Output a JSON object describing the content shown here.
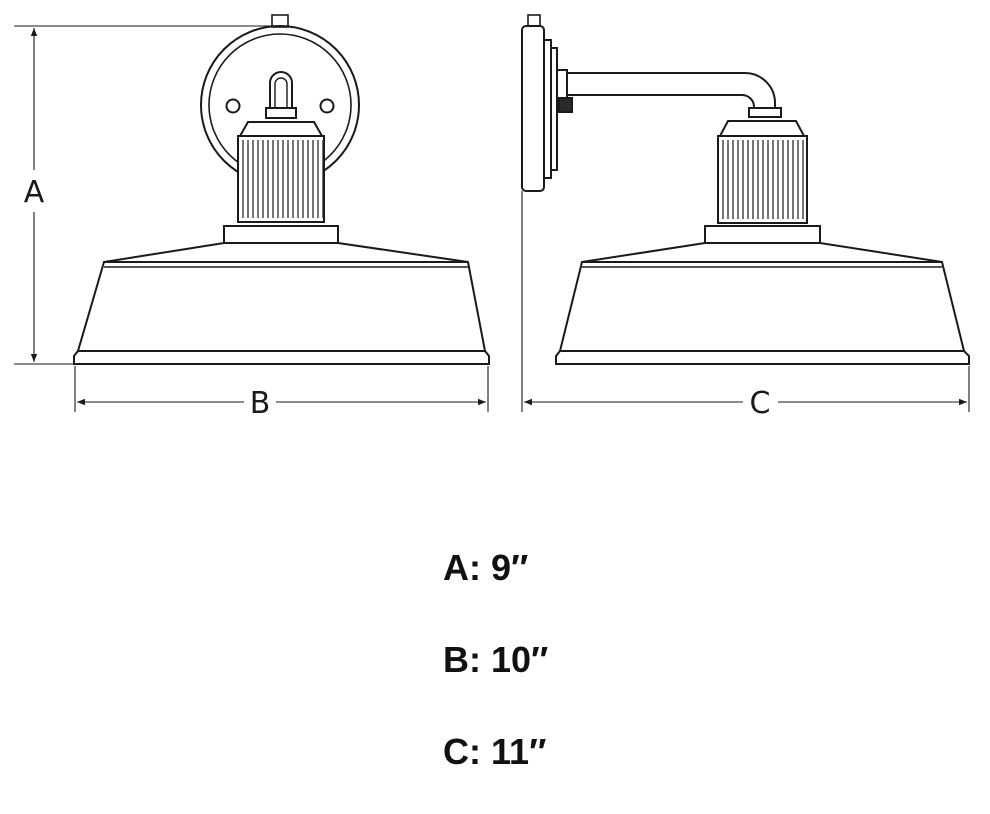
{
  "dimensions": {
    "height_label": "A",
    "width_label": "B",
    "projection_label": "C"
  },
  "specs": [
    {
      "label": "A:",
      "value": "9″"
    },
    {
      "label": "B:",
      "value": "10″"
    },
    {
      "label": "C:",
      "value": "11″"
    }
  ],
  "colors": {
    "line": "#1a1a1a",
    "background": "#ffffff"
  }
}
